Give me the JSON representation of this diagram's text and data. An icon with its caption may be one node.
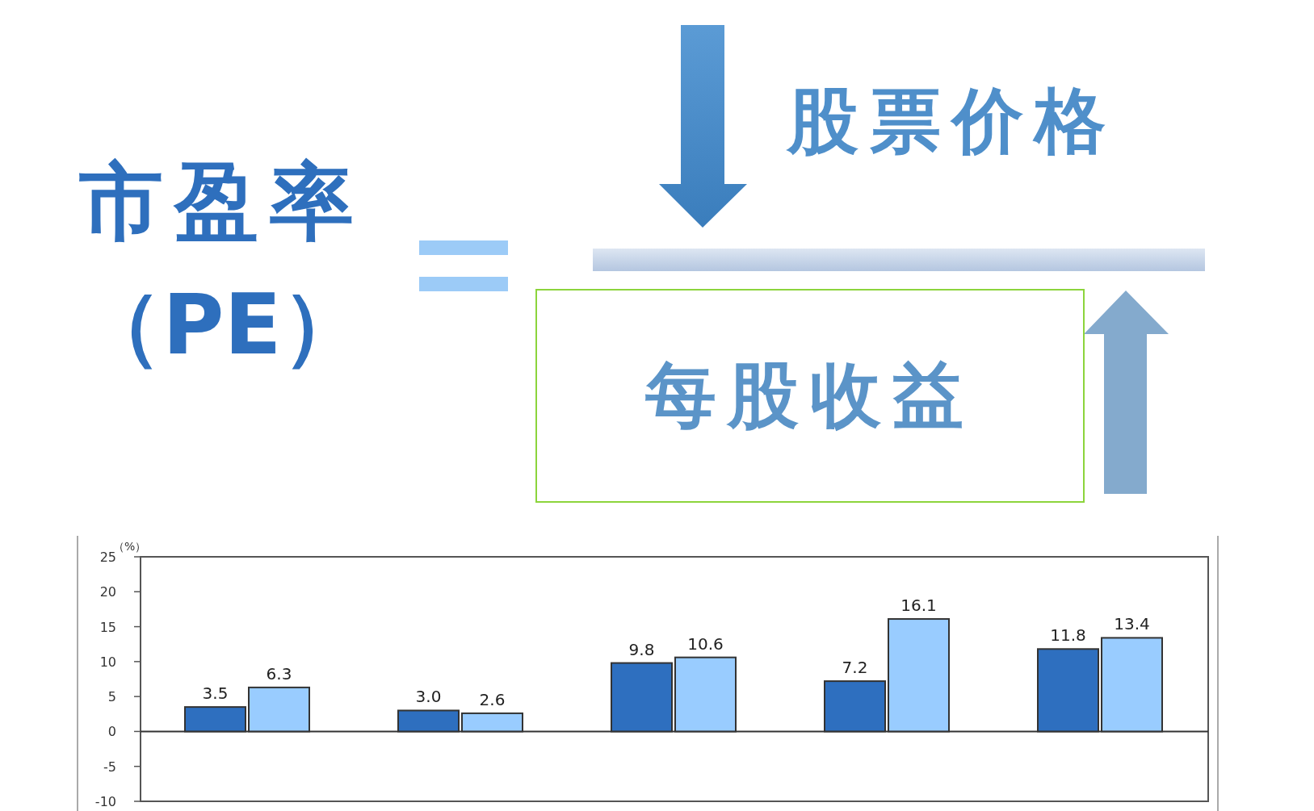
{
  "diagram": {
    "nodes": [
      {
        "text": [],
        "shape": "bar"
      },
      {
        "text": [
          "每股收益"
        ]
      }
    ],
    "labels": [
      "市盈率",
      "（PE）",
      "股票价格"
    ],
    "chart_data": {
      "type": "bar",
      "ylabel": "（%）",
      "categories": [
        null,
        null,
        null,
        null,
        null
      ],
      "series": [
        {
          "color": "#2e6fbf",
          "values": [
            3.5,
            3.0,
            9.8,
            7.2,
            11.8
          ]
        },
        {
          "color": "#99ccff",
          "values": [
            6.3,
            2.6,
            10.6,
            16.1,
            13.4
          ]
        }
      ],
      "ylim": [
        -10,
        25
      ],
      "yticks": [
        -10,
        -5,
        0,
        5,
        10,
        15,
        20,
        25
      ],
      "value_labels": [
        [
          "3.5",
          "3.0",
          "9.8",
          "7.2",
          "11.8"
        ],
        [
          "6.3",
          "2.6",
          "10.6",
          "16.1",
          "13.4"
        ]
      ]
    }
  }
}
